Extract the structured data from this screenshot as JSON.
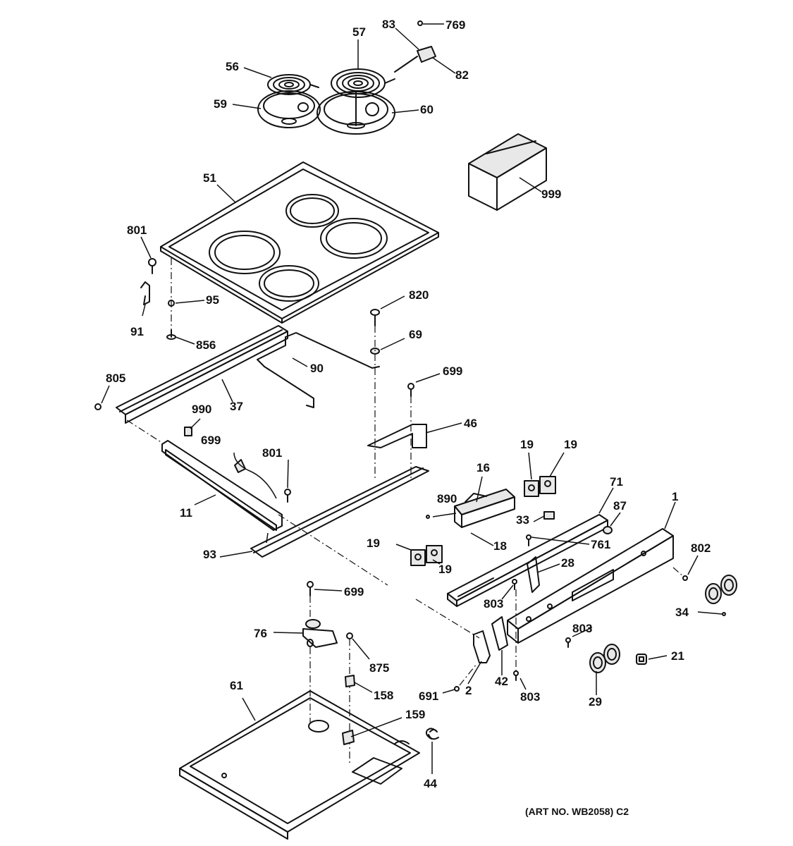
{
  "labels": {
    "p56": "56",
    "p57": "57",
    "p83": "83",
    "p769": "769",
    "p82": "82",
    "p59": "59",
    "p60": "60",
    "p51": "51",
    "p999": "999",
    "p801a": "801",
    "p95": "95",
    "p91": "91",
    "p856": "856",
    "p820": "820",
    "p69": "69",
    "p90": "90",
    "p805": "805",
    "p37": "37",
    "p699a": "699",
    "p990": "990",
    "p699b": "699",
    "p46": "46",
    "p801b": "801",
    "p11": "11",
    "p93": "93",
    "p19a": "19",
    "p19b": "19",
    "p16": "16",
    "p71": "71",
    "p890": "890",
    "p87": "87",
    "p1": "1",
    "p33": "33",
    "p18": "18",
    "p761": "761",
    "p19c": "19",
    "p19d": "19",
    "p802": "802",
    "p28": "28",
    "p699c": "699",
    "p803a": "803",
    "p34": "34",
    "p76": "76",
    "p803b": "803",
    "p875": "875",
    "p21": "21",
    "p61": "61",
    "p158": "158",
    "p691": "691",
    "p2": "2",
    "p42": "42",
    "p803c": "803",
    "p29": "29",
    "p159": "159",
    "p44": "44"
  },
  "caption": "(ART NO. WB2058) C2"
}
